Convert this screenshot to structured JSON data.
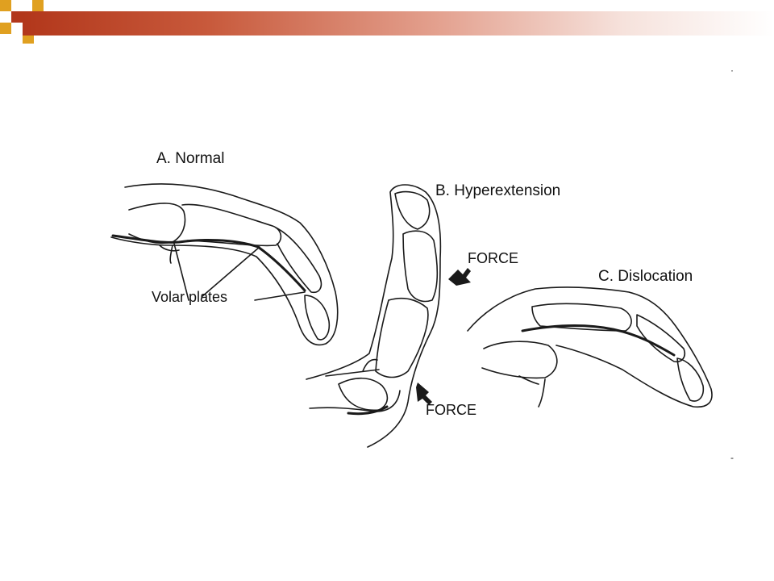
{
  "theme": {
    "accent_dark": "#b2371b",
    "accent_gold": "#e0a020",
    "bar_end": "#ffffff"
  },
  "diagram": {
    "panel_a": {
      "label": "A. Normal",
      "annotation": "Volar plates"
    },
    "panel_b": {
      "label": "B. Hyperextension",
      "force_top": "FORCE",
      "force_bottom": "FORCE"
    },
    "panel_c": {
      "label": "C. Dislocation"
    }
  },
  "margin_marks": {
    "top": "·",
    "bottom": "-"
  }
}
